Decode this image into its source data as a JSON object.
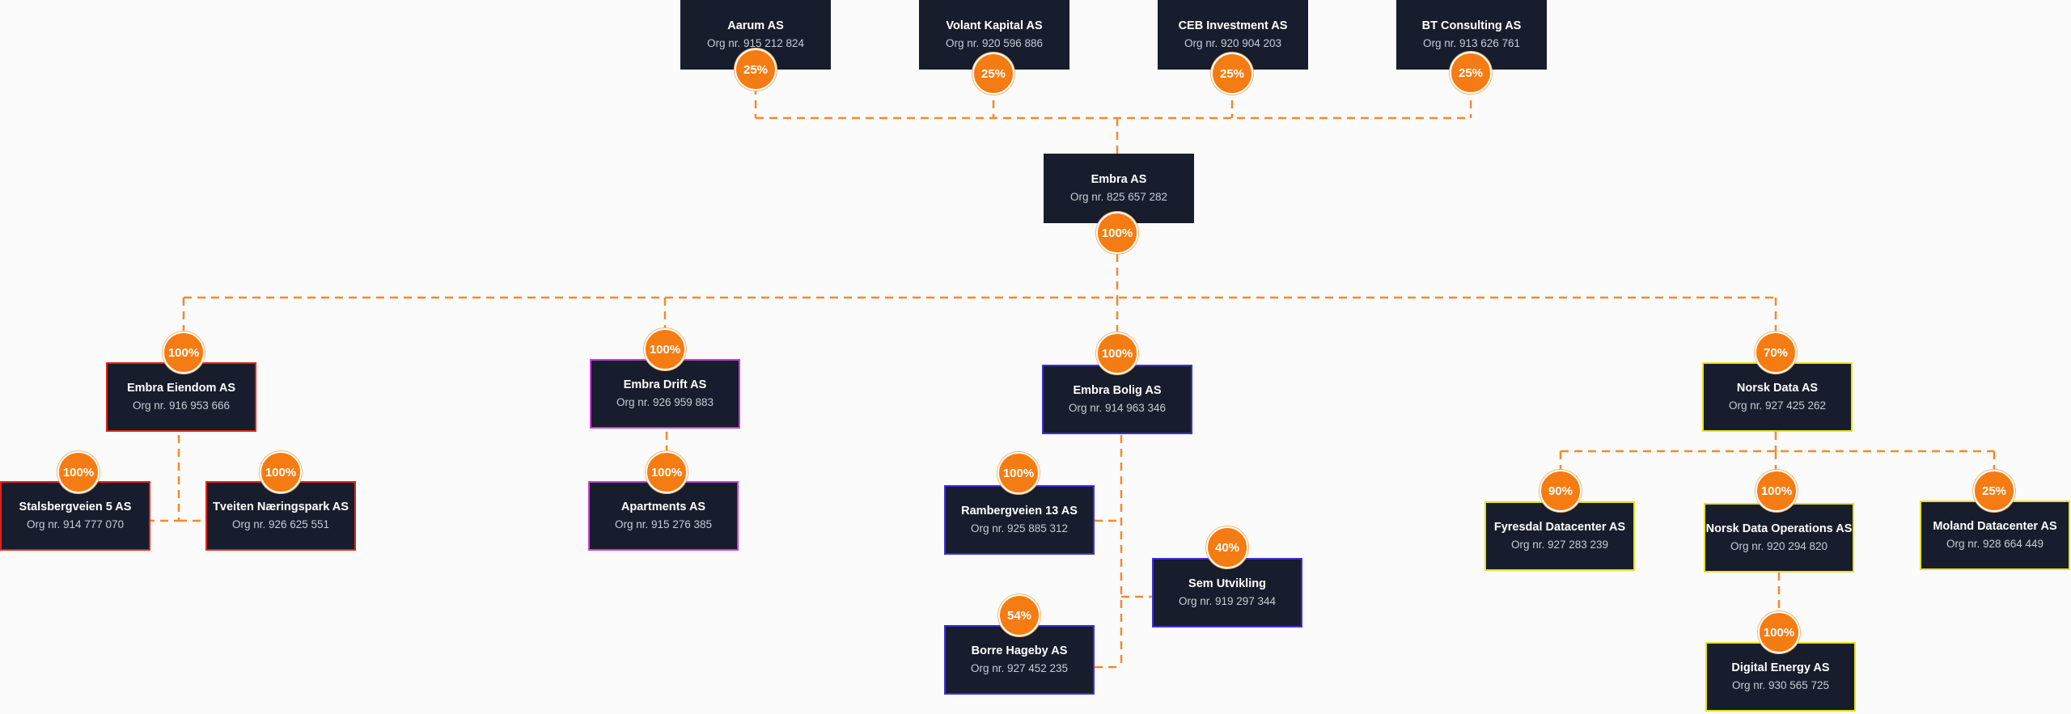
{
  "colors": {
    "box_fill": "#171d2c",
    "connector": "#f28a2e",
    "badge": "#f57c12",
    "border_red": "#e0241b",
    "border_purple": "#c93cd6",
    "border_blue": "#3f2ee0",
    "border_yellow": "#e6e21a"
  },
  "shareholders": [
    {
      "name": "Aarum AS",
      "org": "Org nr. 915 212 824",
      "share": "25%"
    },
    {
      "name": "Volant Kapital AS",
      "org": "Org nr. 920 596 886",
      "share": "25%"
    },
    {
      "name": "CEB Investment AS",
      "org": "Org nr. 920 904 203",
      "share": "25%"
    },
    {
      "name": "BT Consulting AS",
      "org": "Org nr. 913 626 761",
      "share": "25%"
    }
  ],
  "parent": {
    "name": "Embra AS",
    "org": "Org nr. 825 657 282",
    "share": "100%"
  },
  "subsidiaries": [
    {
      "name": "Embra Eiendom AS",
      "org": "Org nr. 916 953 666",
      "share": "100%"
    },
    {
      "name": "Embra Drift AS",
      "org": "Org nr. 926 959 883",
      "share": "100%"
    },
    {
      "name": "Embra Bolig AS",
      "org": "Org nr. 914 963 346",
      "share": "100%"
    },
    {
      "name": "Norsk Data AS",
      "org": "Org nr. 927 425 262",
      "share": "70%"
    }
  ],
  "eiendom_children": [
    {
      "name": "Stalsbergveien 5 AS",
      "org": "Org nr. 914 777 070",
      "share": "100%"
    },
    {
      "name": "Tveiten Næringspark AS",
      "org": "Org nr. 926 625 551",
      "share": "100%"
    }
  ],
  "drift_children": [
    {
      "name": "Apartments AS",
      "org": "Org nr. 915 276 385",
      "share": "100%"
    }
  ],
  "bolig_children": [
    {
      "name": "Rambergveien 13 AS",
      "org": "Org nr. 925 885 312",
      "share": "100%"
    },
    {
      "name": "Sem Utvikling",
      "org": "Org nr. 919 297 344",
      "share": "40%"
    },
    {
      "name": "Borre Hageby AS",
      "org": "Org nr. 927 452 235",
      "share": "54%"
    }
  ],
  "norsk_children": [
    {
      "name": "Fyresdal Datacenter AS",
      "org": "Org nr. 927 283 239",
      "share": "90%"
    },
    {
      "name": "Norsk Data Operations AS",
      "org": "Org nr. 920 294 820",
      "share": "100%"
    },
    {
      "name": "Moland Datacenter AS",
      "org": "Org nr. 928 664 449",
      "share": "25%"
    }
  ],
  "operations_children": [
    {
      "name": "Digital Energy AS",
      "org": "Org nr. 930 565 725",
      "share": "100%"
    }
  ]
}
